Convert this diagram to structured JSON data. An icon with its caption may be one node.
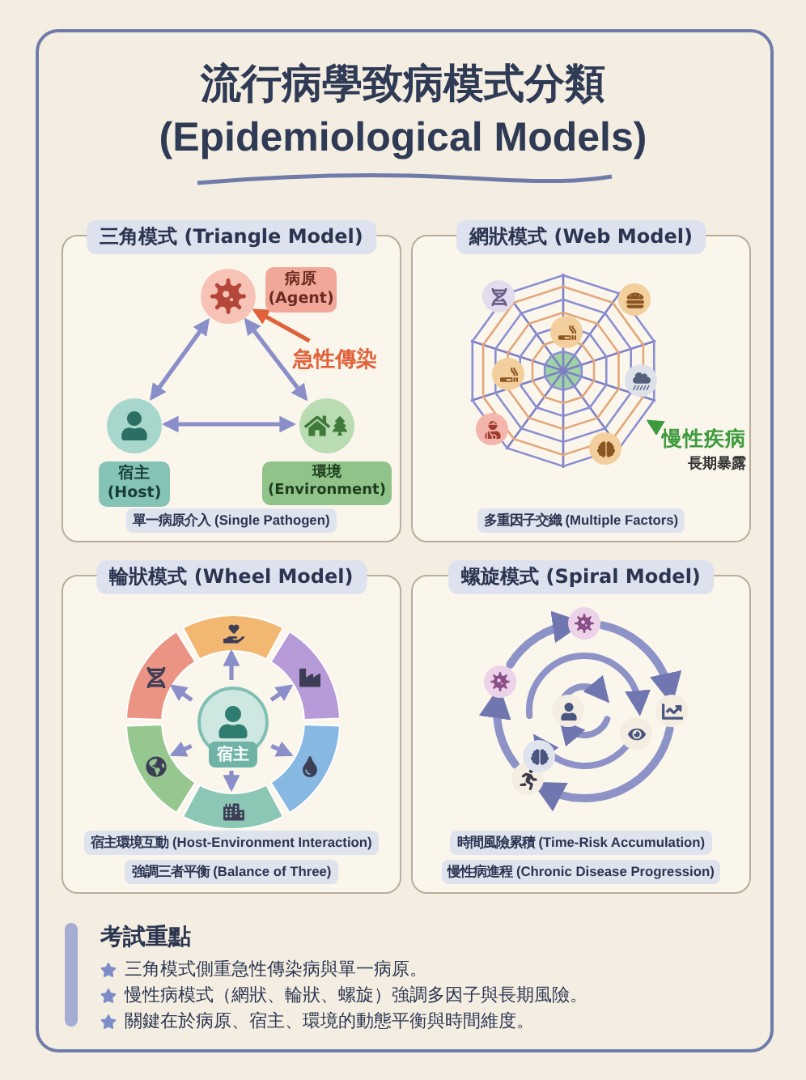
{
  "diagram": {
    "title": "流行病學致病模式分類 (Epidemiological Models)",
    "nodes": [
      {
        "text": [
          "三角模式 (Triangle Model)",
          "單一病原介入 (Single Pathogen)"
        ]
      },
      {
        "text": [
          "病原 (Agent)"
        ],
        "in": 0
      },
      {
        "text": [
          "宿主 (Host)"
        ],
        "in": 0
      },
      {
        "text": [
          "環境 (Environment)"
        ],
        "in": 0
      },
      {
        "text": [
          "急性傳染"
        ],
        "in": 0
      },
      {
        "text": [
          "網狀模式 (Web Model)",
          "多重因子交織 (Multiple Factors)"
        ]
      },
      {
        "text": [
          "慢性疾病"
        ],
        "beside": [
          "長期暴露"
        ],
        "in": 5
      },
      {
        "text": [],
        "shape": "picture",
        "in": 5
      },
      {
        "text": [
          "輪狀模式 (Wheel Model)",
          "宿主環境互動 (Host-Environment Interaction)",
          "強調三者平衡 (Balance of Three)"
        ]
      },
      {
        "text": [
          "宿主"
        ],
        "in": 8
      },
      {
        "text": [],
        "shape": "picture",
        "in": 8
      },
      {
        "text": [],
        "shape": "picture",
        "in": 8
      },
      {
        "text": [],
        "shape": "picture",
        "in": 8
      },
      {
        "text": [],
        "shape": "picture",
        "in": 8
      },
      {
        "text": [],
        "shape": "picture",
        "in": 8
      },
      {
        "text": [],
        "shape": "picture",
        "in": 8
      },
      {
        "text": [
          "螺旋模式 (Spiral Model)",
          "時間風險累積 (Time-Risk Accumulation)",
          "慢性病進程 (Chronic Disease Progression)"
        ]
      },
      {
        "text": [],
        "shape": "picture",
        "in": 16
      },
      {
        "text": [
          "考試重點",
          "三角模式側重急性傳染病與單一病原。",
          "慢性病模式（網狀、輪狀、螺旋）強調多因子與長期風險。",
          "關鍵在於病原、宿主、環境的動態平衡與時間維度。"
        ]
      }
    ],
    "edges": [
      {
        "from": 1,
        "to": 2,
        "arrow": "both"
      },
      {
        "from": 1,
        "to": 3,
        "arrow": "both"
      },
      {
        "from": 2,
        "to": 3,
        "arrow": "both"
      },
      {
        "from": 4,
        "to": 1,
        "arrow": "to",
        "color": "#e0623a"
      },
      {
        "from": 6,
        "to": 7,
        "arrow": "to",
        "color": "#3d9a3d"
      },
      {
        "from": 9,
        "to": 10,
        "arrow": "to"
      },
      {
        "from": 9,
        "to": 11,
        "arrow": "to"
      },
      {
        "from": 9,
        "to": 12,
        "arrow": "to"
      },
      {
        "from": 9,
        "to": 13,
        "arrow": "to"
      },
      {
        "from": 9,
        "to": 14,
        "arrow": "to"
      },
      {
        "from": 9,
        "to": 15,
        "arrow": "to"
      }
    ]
  }
}
